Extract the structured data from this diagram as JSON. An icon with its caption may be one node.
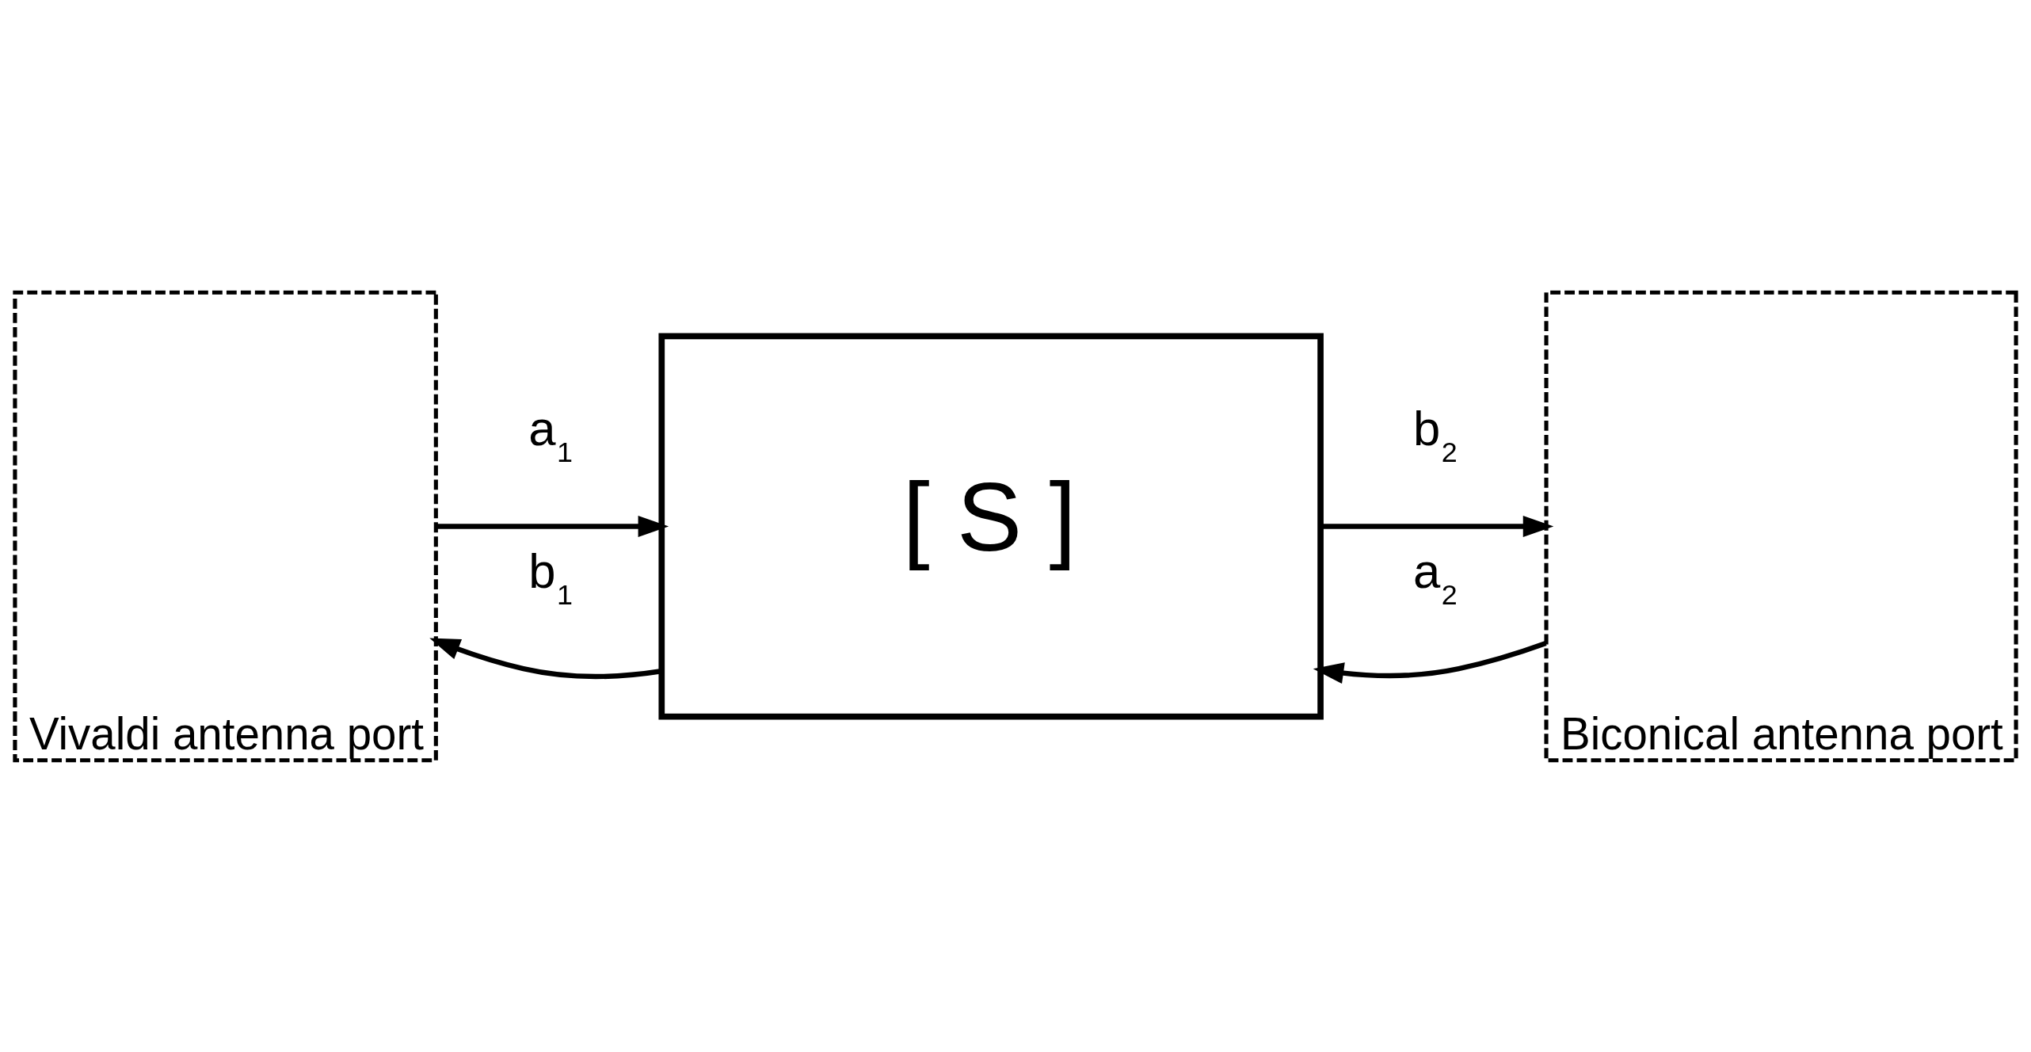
{
  "diagram": {
    "nodes": [
      {
        "text": [
          "Vivaldi antenna port"
        ]
      },
      {
        "text": [
          "[ S ]"
        ]
      },
      {
        "text": [
          "Biconical antenna port"
        ]
      }
    ],
    "edges": [
      {
        "from": 0,
        "to": 1,
        "arrow": "to",
        "label": "a$_{1}$"
      },
      {
        "from": 1,
        "to": 0,
        "arrow": "to",
        "label": "b$_{1}$"
      },
      {
        "from": 1,
        "to": 2,
        "arrow": "to",
        "label": "b$_{2}$"
      },
      {
        "from": 2,
        "to": 1,
        "arrow": "to",
        "label": "a$_{2}$"
      }
    ]
  }
}
